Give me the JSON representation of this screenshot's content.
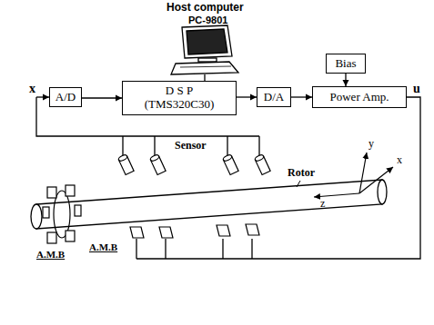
{
  "diagram": {
    "nodes": [
      {
        "text": [
          "A/D"
        ]
      },
      {
        "text": [
          "D S P",
          "(TMS320C30)"
        ]
      },
      {
        "text": [
          "D/A"
        ]
      },
      {
        "text": [
          "Bias"
        ]
      },
      {
        "text": [
          "Power Amp."
        ]
      }
    ],
    "edges": [
      {
        "from": 0,
        "to": 1,
        "arrow": "to"
      },
      {
        "from": 1,
        "to": 2,
        "arrow": "to"
      },
      {
        "from": 2,
        "to": 4,
        "arrow": "to"
      },
      {
        "from": 3,
        "to": 4,
        "arrow": "to"
      }
    ],
    "labels": [
      "Host computer",
      "PC-9801",
      "x",
      "u",
      "Sensor",
      "Rotor",
      "A.M.B",
      "A.M.B",
      "y",
      "x",
      "z"
    ]
  }
}
